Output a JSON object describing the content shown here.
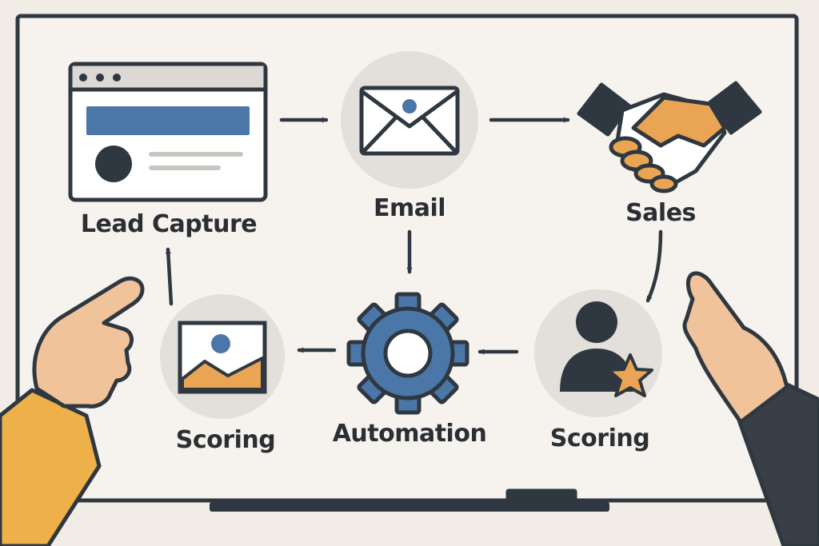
{
  "colors": {
    "background": "#f1ece6",
    "board_surface": "#f6f3ee",
    "outline": "#2f3840",
    "blue": "#4a77a8",
    "orange": "#e9a553",
    "skin": "#f0c39b",
    "icon_circle": "#e3dfda",
    "grey_line": "#c9c6c2",
    "sleeve_yellow": "#eeb14a",
    "sleeve_dark": "#383f46"
  },
  "diagram": {
    "nodes": [
      {
        "id": "lead_capture",
        "label": "Lead Capture",
        "icon": "browser-window-icon"
      },
      {
        "id": "email",
        "label": "Email",
        "icon": "envelope-icon"
      },
      {
        "id": "sales",
        "label": "Sales",
        "icon": "handshake-icon"
      },
      {
        "id": "scoring_right",
        "label": "Scoring",
        "icon": "user-star-icon"
      },
      {
        "id": "automation",
        "label": "Automation",
        "icon": "gear-icon"
      },
      {
        "id": "scoring_left",
        "label": "Scoring",
        "icon": "image-icon"
      }
    ],
    "edges": [
      {
        "from": "lead_capture",
        "to": "email"
      },
      {
        "from": "email",
        "to": "sales"
      },
      {
        "from": "email",
        "to": "automation"
      },
      {
        "from": "sales",
        "to": "scoring_right"
      },
      {
        "from": "scoring_right",
        "to": "automation"
      },
      {
        "from": "automation",
        "to": "scoring_left"
      },
      {
        "from": "scoring_left",
        "to": "lead_capture"
      }
    ]
  }
}
